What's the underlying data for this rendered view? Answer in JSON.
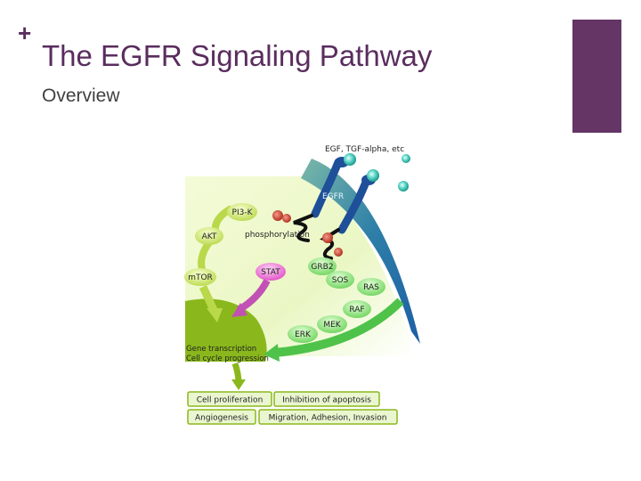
{
  "slide": {
    "plus_sign": "+",
    "title": "The EGFR Signaling Pathway",
    "subtitle": "Overview"
  },
  "colors": {
    "accent": "#643565",
    "title": "#5a2d5e"
  },
  "diagram": {
    "ligand_label": "EGF, TGF-alpha, etc",
    "receptor_label": "EGFR",
    "phosphorylation_label": "phosphorylation",
    "nodes": {
      "pi3k": "PI3-K",
      "akt": "AKT",
      "mtor": "mTOR",
      "stat": "STAT",
      "grb2": "GRB2",
      "sos": "SOS",
      "ras": "RAS",
      "raf": "RAF",
      "mek": "MEK",
      "erk": "ERK"
    },
    "nucleus_line1": "Gene transcription",
    "nucleus_line2": "Cell cycle  progression",
    "outcomes": {
      "cell_proliferation": "Cell proliferation",
      "inhibition_apoptosis": "Inhibition of apoptosis",
      "angiogenesis": "Angiogenesis",
      "migration": "Migration, Adhesion, Invasion"
    }
  }
}
